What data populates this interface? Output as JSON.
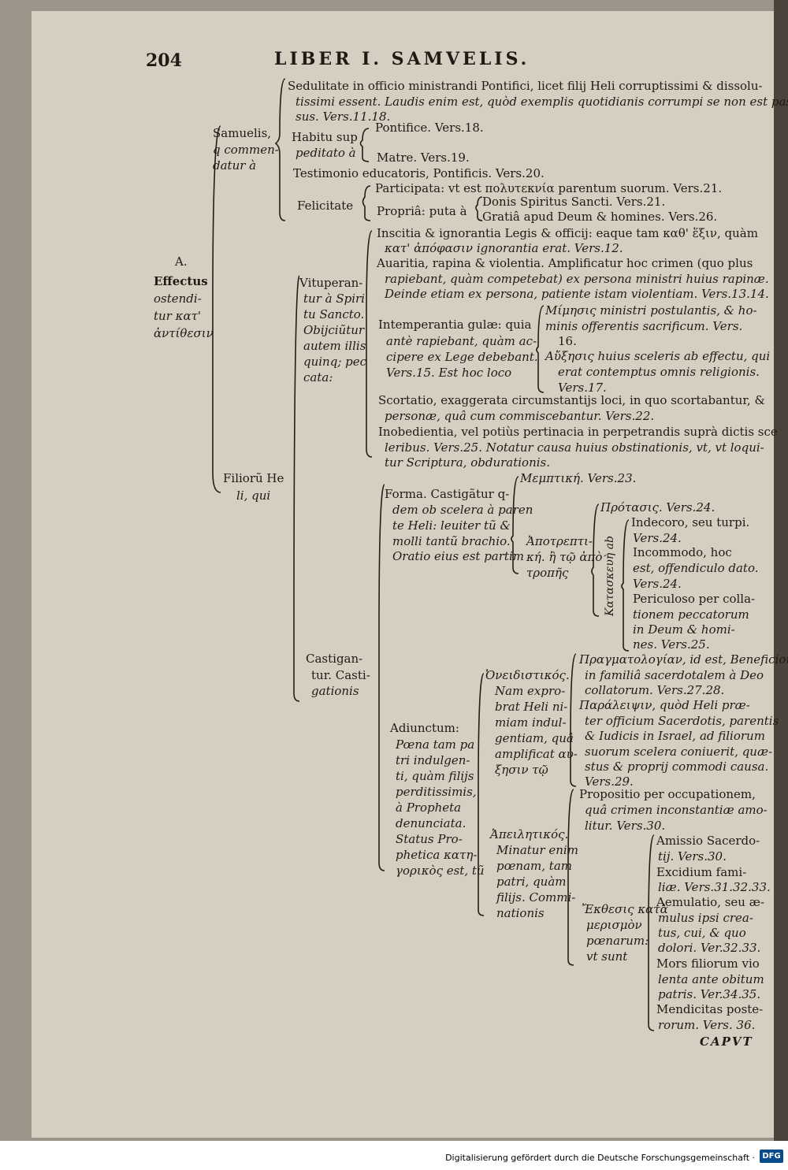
{
  "header": {
    "page_number": "204",
    "running_head": "LIBER I. SAMVELIS."
  },
  "footer": {
    "digitization_note": "Digitalisierung gefördert durch die Deutsche Forschungsgemeinschaft ·",
    "logo_text": "DFG"
  },
  "catchword": "CAPVT",
  "root": {
    "letter": "A.",
    "lines": [
      "Effectus",
      "ostendi-",
      "tur κατ'",
      "ἀντίθεσιν"
    ]
  },
  "samuel": {
    "label_lines": [
      "Samuelis,",
      "q commen-",
      "datur à"
    ],
    "sedulitate": [
      "Sedulitate in officio ministrandi Pontifici, licet filij Heli corruptissimi & dissolu-",
      "tissimi essent. Laudis enim est, quòd exemplis quotidianis corrumpi se non est pas-",
      "sus. Vers.11.18."
    ],
    "habitu_lines": [
      "Habitu sup",
      "peditato à"
    ],
    "pontifice": "Pontifice. Vers.18.",
    "matre": "Matre. Vers.19.",
    "testimonio": "Testimonio educatoris, Pontificis. Vers.20.",
    "felicitate": "Felicitate",
    "participata": "Participata: vt est πολυτεκνία parentum suorum. Vers.21.",
    "propria": "Propriâ: puta à",
    "donis": "Donis Spiritus Sancti. Vers.21.",
    "gratia": "Gratiâ apud Deum & homines. Vers.26."
  },
  "filii": {
    "label_lines": [
      "Filiorũ He",
      "li, qui"
    ],
    "vituper_lines": [
      "Vituperan-",
      "tur à Spiri",
      "tu Sancto.",
      "Obijciũtur",
      "autem illis",
      "quinq; pec",
      "cata:"
    ],
    "inscitia": [
      "Inscitia & ignorantia Legis & officij: eaque tam καθ' ἕξιν, quàm",
      "κατ' ἀπόφασιν ignorantia erat. Vers.12."
    ],
    "avaritia": [
      "Auaritia, rapina & violentia. Amplificatur hoc crimen (quo plus",
      "rapiebant, quàm competebat) ex persona ministri huius rapinæ.",
      "Deinde etiam ex persona, patiente istam violentiam. Vers.13.14."
    ],
    "intemp_lines": [
      "Intemperantia gulæ: quia",
      "antè rapiebant, quàm ac-",
      "cipere ex Lege debebant.",
      "Vers.15. Est hoc loco"
    ],
    "mimesis": [
      "Μίμησις ministri postulantis, & ho-",
      "minis offerentis sacrificum. Vers.",
      "16."
    ],
    "auxesis": [
      "Αὔξησις huius sceleris ab effectu, qui",
      "erat contemptus omnis religionis.",
      "Vers.17."
    ],
    "scortatio": [
      "Scortatio, exaggerata circumstantijs loci, in quo scortabantur, &",
      "personæ, quâ cum commiscebantur. Vers.22."
    ],
    "inobedientia": [
      "Inobedientia, vel potiùs pertinacia in perpetrandis suprà dictis sce",
      "leribus. Vers.25. Notatur causa huius obstinationis, vt, vt loqui-",
      "tur Scriptura, obdurationis."
    ],
    "castig_lines": [
      "Castigan-",
      "tur. Casti-",
      "gationis"
    ],
    "forma_lines": [
      "Forma. Castigãtur q-",
      "dem ob scelera à paren",
      "te Heli: leuiter tũ &",
      "molli tantũ brachio.",
      "Oratio eius est partim"
    ],
    "memptike": "Μεμπτική. Vers.23.",
    "apotreptike": [
      "Ἀποτρεπτι-",
      "κή. ἢ τῷ ἀπὸ",
      "τροπῆς"
    ],
    "protasis": "Πρότασις. Vers.24.",
    "kataskeue": "Κατασκευὴ ab",
    "indecoro": [
      "Indecoro, seu turpi.",
      "Vers.24."
    ],
    "incommodo": [
      "Incommodo, hoc",
      "est, offendiculo dato.",
      "Vers.24."
    ],
    "periculoso": [
      "Periculoso per colla-",
      "tionem peccatorum",
      "in Deum & homi-",
      "nes. Vers.25."
    ],
    "adiunctum_lines": [
      "Adiunctum:",
      "Pœna tam pa",
      "tri indulgen-",
      "ti, quàm filijs",
      "perditissimis,",
      "à Propheta",
      "denunciata.",
      "Status Pro-",
      "phetica κατη-",
      "γορικὸς est, tũ"
    ],
    "oneidist_lines": [
      "Ὀνειδιστικός.",
      "Nam expro-",
      "brat Heli ni-",
      "miam indul-",
      "gentiam, quâ",
      "amplificat αὐ-",
      "ξησιν τῷ"
    ],
    "pragmato": [
      "Πραγματολογίαν, id est, Beneficiorum",
      "in familiâ sacerdotalem à Deo",
      "collatorum. Vers.27.28."
    ],
    "paraleipsis": [
      "Παράλειψιν, quòd Heli præ-",
      "ter officium Sacerdotis, parentis",
      "& Iudicis in Israel, ad filiorum",
      "suorum scelera coniuerit, quæ-",
      "stus & proprij commodi causa.",
      "Vers.29."
    ],
    "propositio": [
      "Propositio per occupationem,",
      "quâ crimen inconstantiæ amo-",
      "litur. Vers.30."
    ],
    "apeilet_lines": [
      "Ἀπειλητικός.",
      "Minatur enim",
      "pœnam, tam",
      "patri, quàm",
      "filijs. Commi-",
      "nationis"
    ],
    "ekthesis_lines": [
      "Ἔκθεσις κατὰ",
      "μερισμὸν",
      "pœnarum:",
      "vt sunt"
    ],
    "amissio": [
      "Amissio Sacerdo-",
      "tij. Vers.30."
    ],
    "excidium": [
      "Excidium fami-",
      "liæ. Vers.31.32.33."
    ],
    "aemulatio": [
      "Aemulatio, seu æ-",
      "mulus ipsi crea-",
      "tus, cui, & quo",
      "dolori. Ver.32.33."
    ],
    "mors": [
      "Mors filiorum vio",
      "lenta ante obitum",
      "patris. Ver.34.35."
    ],
    "mendicitas": [
      "Mendicitas poste-",
      "rorum. Vers. 36."
    ]
  }
}
